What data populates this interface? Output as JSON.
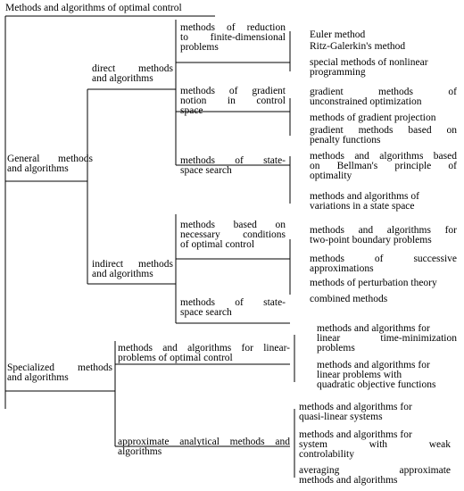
{
  "title": "Methods and algorithms of optimal control",
  "level1": [
    {
      "label_l1": "General methods",
      "label_l2": "and algorithms"
    },
    {
      "label_l1": "Specialized methods",
      "label_l2": "and algorithms"
    }
  ],
  "level2": [
    {
      "label_l1": "direct methods",
      "label_l2": "and algorithms"
    },
    {
      "label_l1": "indirect methods",
      "label_l2": "and algorithms"
    },
    {
      "label_l1": "methods and algorithms for linear-",
      "label_l2": "problems of optimal control"
    },
    {
      "label_l1": "approximate analytical methods and",
      "label_l2": "algorithms"
    }
  ],
  "level3": [
    {
      "l1": "methods of reduction",
      "l2": "to finite-dimensional",
      "l3": "problems"
    },
    {
      "l1": "methods of gradient",
      "l2": "notion in control",
      "l3": "space"
    },
    {
      "l1": "methods of state-",
      "l2": "space search"
    },
    {
      "l1": "methods based on",
      "l2": "necessary conditions",
      "l3": "of optimal control"
    },
    {
      "l1": "methods of state-",
      "l2": "space search"
    }
  ],
  "leaves": [
    {
      "l1": "Euler method"
    },
    {
      "l1": "Ritz-Galerkin's method"
    },
    {
      "l1": "special methods of nonlinear",
      "l2": "programming"
    },
    {
      "l1": "gradient methods of",
      "l2": "unconstrained optimization"
    },
    {
      "l1": "methods of gradient projection"
    },
    {
      "l1": "gradient methods based on",
      "l2": "penalty functions"
    },
    {
      "l1": "methods and algorithms based",
      "l2": "on Bellman's principle of",
      "l3": "optimality"
    },
    {
      "l1": "methods and algorithms of",
      "l2": "variations in a state space"
    },
    {
      "l1": "methods and algorithms for",
      "l2": "two-point boundary problems"
    },
    {
      "l1": "methods of successive",
      "l2": "approximations"
    },
    {
      "l1": "methods of perturbation theory"
    },
    {
      "l1": "combined methods"
    },
    {
      "l1": "methods and algorithms for",
      "l2": "linear time-minimization",
      "l3": "problems"
    },
    {
      "l1": "methods and algorithms for",
      "l2": "linear problems with",
      "l3": "quadratic objective functions"
    },
    {
      "l1": "methods and algorithms for",
      "l2": "quasi-linear systems"
    },
    {
      "l1": "methods and algorithms for",
      "l2": "system with weak",
      "l3": "controlability"
    },
    {
      "l1": "averaging approximate",
      "l2": "methods and algorithms"
    }
  ]
}
